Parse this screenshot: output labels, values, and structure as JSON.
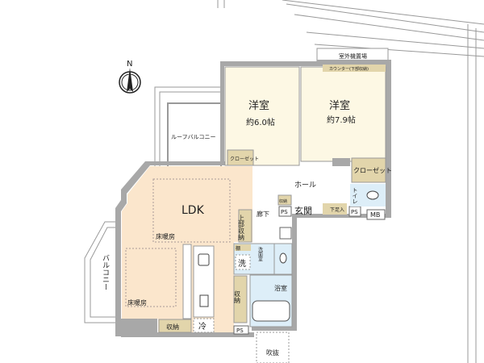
{
  "compass": {
    "north_label": "N"
  },
  "rooms": {
    "western_room_1": {
      "name": "洋室",
      "size": "約6.0帖"
    },
    "western_room_2": {
      "name": "洋室",
      "size": "約7.9帖"
    },
    "ldk": {
      "name": "LDK"
    },
    "hall": "ホール",
    "entrance": "玄関",
    "corridor": "廊下",
    "washroom": "洗面室",
    "bathroom": "浴室",
    "toilet": "トイレ",
    "closet_1": "クローゼット",
    "closet_2": "クローゼット",
    "upper_storage": "上部収納",
    "storage_1": "収納",
    "storage_2": "収納",
    "storage_small": "収納",
    "shoe_box": "下足入",
    "shelf": "棚",
    "washer": "洗",
    "fridge": "冷",
    "floor_heating_1": "床暖房",
    "floor_heating_2": "床暖房",
    "ps_1": "PS",
    "ps_2": "PS",
    "ps_3": "PS",
    "mb": "MB",
    "roof_balcony": "ルーフバルコニー",
    "balcony": "バルコニー",
    "outdoor_unit_area": "室外機置場",
    "counter": "カウンター(下部収納)",
    "void": "吹抜"
  },
  "colors": {
    "wall": "#a8a8a8",
    "ldk_floor": "#fbe6cc",
    "room_floor": "#fdf8e4",
    "storage": "#e2d5ab",
    "wet_area": "#ddeef8"
  }
}
